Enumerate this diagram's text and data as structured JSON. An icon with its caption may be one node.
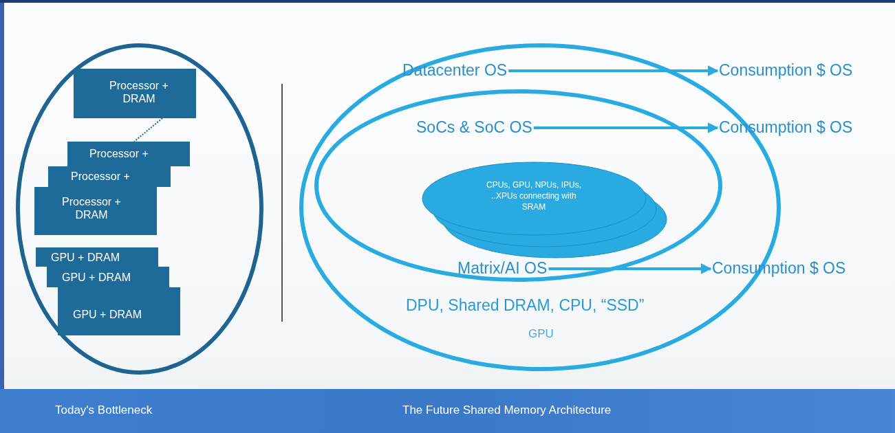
{
  "diagram": {
    "nodes": [
      {
        "text": [],
        "shape": "ellipse"
      },
      {
        "text": [
          "Processor + DRAM"
        ],
        "in": 0
      },
      {
        "text": [
          "Processor +"
        ],
        "in": 0
      },
      {
        "text": [
          "Processor +"
        ],
        "in": 0
      },
      {
        "text": [
          "Processor + DRAM"
        ],
        "in": 0
      },
      {
        "text": [
          "GPU + DRAM"
        ],
        "in": 0
      },
      {
        "text": [
          "GPU + DRAM"
        ],
        "in": 0
      },
      {
        "text": [
          "GPU + DRAM"
        ],
        "in": 0
      },
      {
        "text": [
          "DPU, Shared DRAM, CPU, “SSD”",
          "GPU"
        ]
      },
      {
        "text": [
          "Datacenter OS"
        ],
        "in": 8
      },
      {
        "text": [
          "Consumption $ OS"
        ]
      },
      {
        "text": [],
        "shape": "ellipse",
        "in": 8
      },
      {
        "text": [
          "SoCs & SoC OS"
        ],
        "in": 11
      },
      {
        "text": [
          "Consumption $ OS"
        ]
      },
      {
        "text": [
          "CPUs, GPU, NPUs, IPUs, ..XPUs connecting with SRAM"
        ],
        "in": 11
      },
      {
        "text": [
          "Matrix/AI OS"
        ],
        "in": 11
      },
      {
        "text": [
          "Consumption $ OS"
        ]
      }
    ],
    "edges": [
      {
        "from": 1,
        "to": 2,
        "arrow": "none",
        "style": "dashed",
        "color": "#1f6391"
      },
      {
        "from": 9,
        "to": 10,
        "arrow": "to"
      },
      {
        "from": 12,
        "to": 13,
        "arrow": "to"
      },
      {
        "from": 15,
        "to": 16,
        "arrow": "to"
      }
    ],
    "labels": [
      "Today's Bottleneck",
      "The Future Shared Memory Architecture"
    ]
  }
}
